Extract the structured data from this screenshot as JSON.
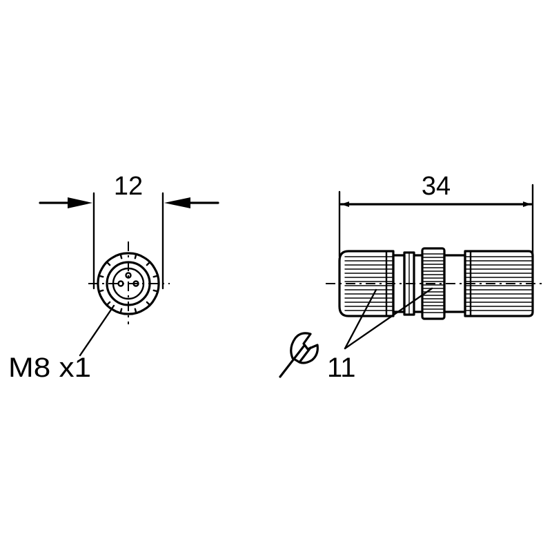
{
  "front_view": {
    "width_dimension": "12",
    "thread_label": "M8 x1"
  },
  "side_view": {
    "length_dimension": "34",
    "wrench_size": "11",
    "wrench_icon": "wrench-icon"
  },
  "colors": {
    "line": "#000000",
    "background": "#ffffff"
  }
}
